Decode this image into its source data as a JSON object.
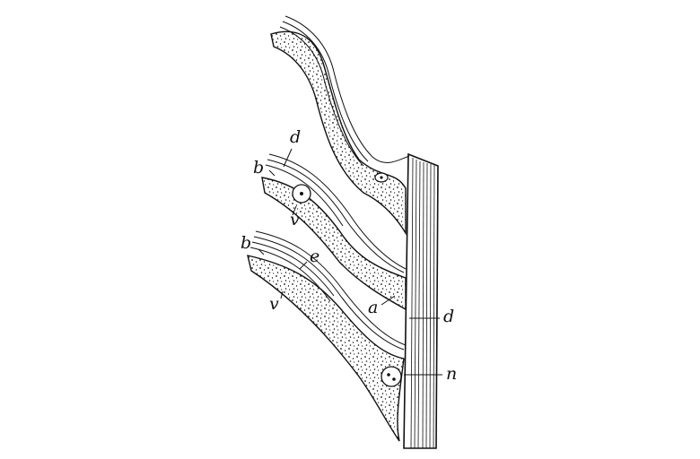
{
  "labels": {
    "d_top": "d",
    "b_top": "b",
    "v_top": "v",
    "b_bottom": "b",
    "e": "e",
    "v_bottom": "v",
    "a": "a",
    "d_right": "d",
    "n": "n"
  },
  "colors": {
    "ink": "#111111",
    "paper": "#ffffff"
  }
}
